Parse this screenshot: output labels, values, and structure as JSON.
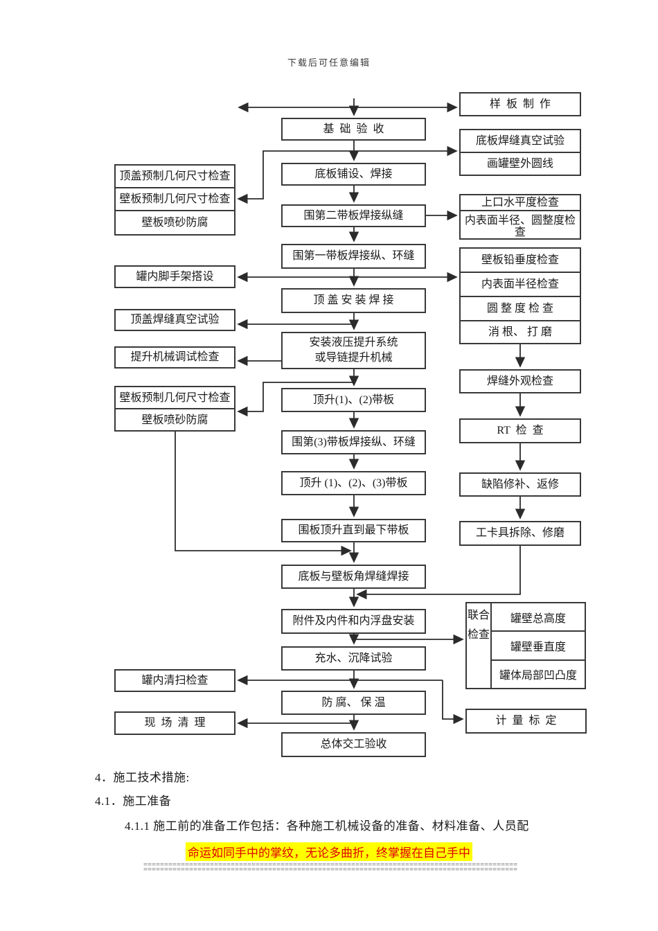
{
  "header": {
    "note": "下载后可任意编辑"
  },
  "flow": {
    "center": {
      "foundation": "基  础  验  收",
      "bottom_plate_weld": "底板铺设、焊接",
      "ring2_vertical_seam": "围第二带板焊接纵缝",
      "ring1_seams": "围第一带板焊接纵、环缝",
      "roof_install_weld": "顶 盖 安 装 焊 接",
      "lift_system": [
        "安装液压提升系统",
        "或导链提升机械"
      ],
      "jack_up_1_2": "顶升(1)、(2)带板",
      "ring3_seams": "围第(3)带板焊接纵、环缝",
      "jack_up_1_2_3": "顶升 (1)、(2)、(3)带板",
      "jack_to_lowest": "围板顶升直到最下带板",
      "bottom_wall_fillet": "底板与壁板角焊缝焊接",
      "attachments_install": "附件及内件和内浮盘安装",
      "water_fill_test": "充水、沉降试验",
      "anticorrosion_insulation": "防 腐、 保 温",
      "final_acceptance": "总体交工验收"
    },
    "left": {
      "group1": [
        "顶盖预制几何尺寸检查",
        "壁板预制几何尺寸检查",
        "壁板喷砂防腐"
      ],
      "scaffold": "罐内脚手架搭设",
      "roof_vacuum_test": "顶盖焊缝真空试验",
      "lift_machine_check": "提升机械调试检查",
      "group2": [
        "壁板预制几何尺寸检查",
        "壁板喷砂防腐"
      ],
      "tank_clean_check": "罐内清扫检查",
      "site_cleanup": "现  场  清  理"
    },
    "right": {
      "sample_plate": "样  板  制  作",
      "group1": [
        "底板焊缝真空试验",
        "画罐壁外圆线"
      ],
      "group2": [
        "上口水平度检查",
        "内表面半径、圆整度检查"
      ],
      "group3": [
        "壁板铅垂度检查",
        "内表面半径检查",
        "圆 整 度 检 查",
        "消 根、 打 磨"
      ],
      "weld_visual_check": "焊缝外观检查",
      "rt_check": "RT  检  查",
      "defect_repair": "缺陷修补、返修",
      "jig_removal": "工卡具拆除、修磨",
      "joint_check": {
        "label": "联合检查",
        "rows": [
          "罐壁总高度",
          "罐壁垂直度",
          "罐体局部凹凸度"
        ]
      },
      "calibration": "计  量  标  定"
    }
  },
  "text": {
    "line1": "4．施工技术措施:",
    "line2": "4.1．施工准备",
    "line3": "4.1.1 施工前的准备工作包括：各种施工机械设备的准备、材料准备、人员配",
    "motto": "命运如同手中的掌纹，无论多曲折，终掌握在自己手中",
    "divider": "================================================================================================"
  },
  "colors": {
    "highlight_bg": "#ffff00",
    "highlight_text": "#e00000",
    "line": "#2b2b2b"
  }
}
